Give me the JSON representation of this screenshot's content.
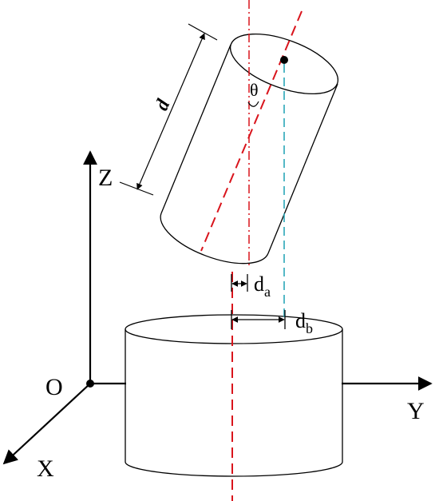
{
  "labels": {
    "origin": "O",
    "axis_x": "X",
    "axis_y": "Y",
    "axis_z": "Z",
    "length": "d",
    "angle": "θ",
    "offset_a_base": "d",
    "offset_a_sub": "a",
    "offset_b_base": "d",
    "offset_b_sub": "b"
  },
  "colors": {
    "outline": "#000000",
    "red_axis": "#d9141c",
    "cyan_line": "#2aa7b8"
  }
}
